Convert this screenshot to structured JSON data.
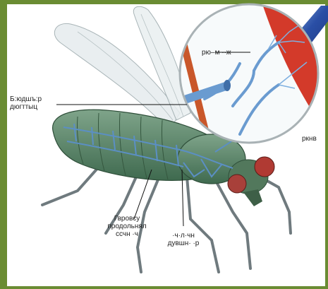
{
  "labels": {
    "zoom_tag": "рю–м ··ж",
    "right_tag": "ркнв",
    "spiracle": [
      "Б:юдшъ:р",
      "дюгттыц"
    ],
    "tracheae_main": [
      "Гвровсу",
      "продольнял",
      "ссчн ·ч"
    ],
    "tracheae_small": [
      "·ч·л·чн",
      "дувшн· ·р"
    ]
  },
  "colors": {
    "background_green": "#6a8c33",
    "panel": "#ffffff",
    "body_green": "#5e8a6a",
    "trachea_blue": "#5b8fc4",
    "eye_red": "#b03a33",
    "muscle_red": "#d33a2a",
    "probe_blue": "#2a4fa6"
  }
}
